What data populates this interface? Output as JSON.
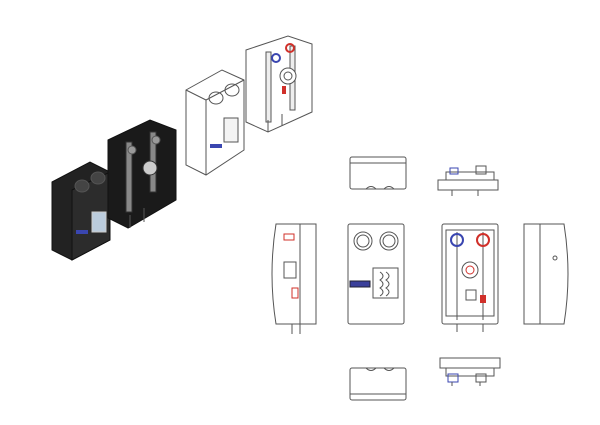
{
  "colors": {
    "housing_dark": "#1f1f1f",
    "line": "#555555",
    "hot": "#d0302a",
    "cold": "#3a46b0",
    "logo": "#3a3f9a"
  },
  "views": [
    "isometric-housing",
    "isometric-station",
    "isometric-cover",
    "isometric-station-open",
    "top-cover",
    "top-station",
    "side-left",
    "front-cover",
    "front-station",
    "side-right",
    "bottom-cover",
    "bottom-station"
  ]
}
